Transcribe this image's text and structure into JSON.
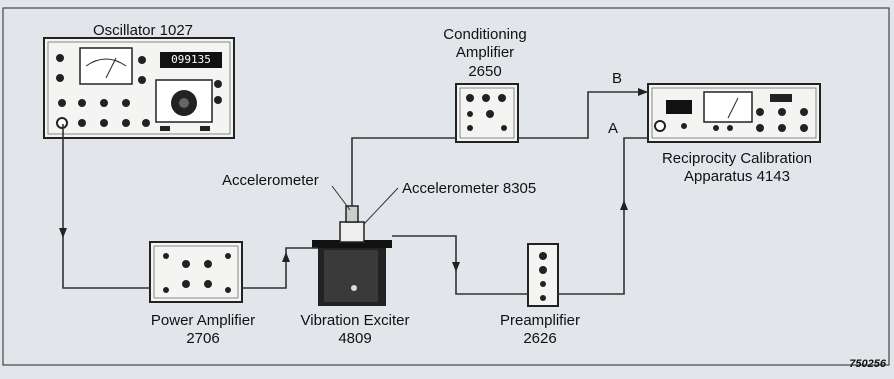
{
  "devices": {
    "oscillator": "Oscillator 1027",
    "oscillator_display": "099135",
    "conditioning_line1": "Conditioning",
    "conditioning_line2": "Amplifier",
    "conditioning_model": "2650",
    "reciprocity_line1": "Reciprocity Calibration",
    "reciprocity_line2": "Apparatus 4143",
    "power_amp_line1": "Power Amplifier",
    "power_amp_line2": "2706",
    "exciter_line1": "Vibration Exciter",
    "exciter_line2": "4809",
    "preamp_line1": "Preamplifier",
    "preamp_line2": "2626",
    "accelerometer": "Accelerometer",
    "accelerometer_8305": "Accelerometer 8305"
  },
  "ports": {
    "b": "B",
    "a": "A"
  },
  "figure_number": "750256"
}
